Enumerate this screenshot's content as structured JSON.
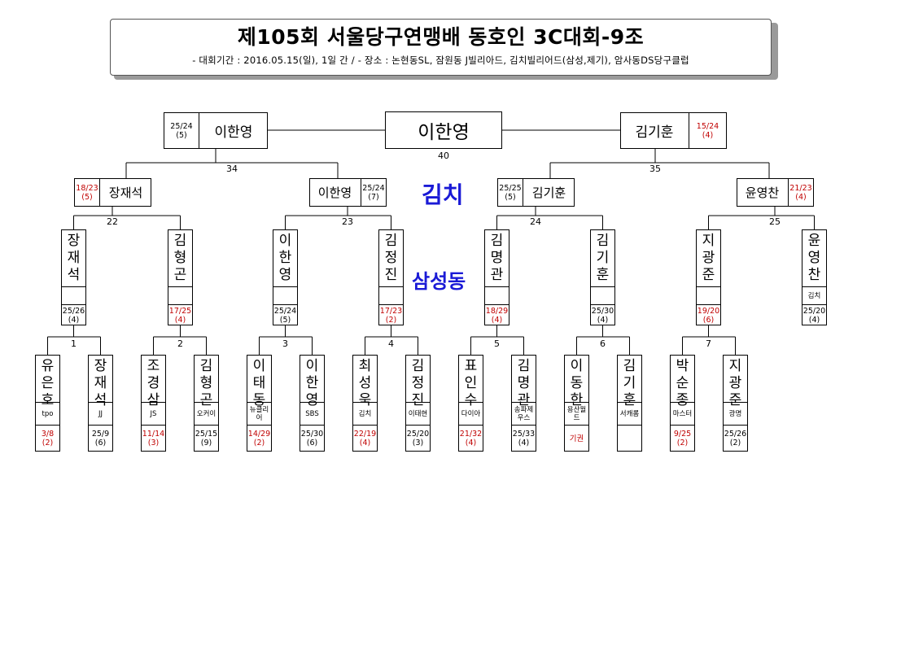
{
  "header": {
    "title": "제105회 서울당구연맹배 동호인 3C대회-9조",
    "subtitle": "-  대회기간 : 2016.05.15(일), 1일 간 / - 장소 : 논현동SL, 잠원동 J빌리아드, 김치빌리어드(삼성,제기), 암사동DS당구클럽"
  },
  "colors": {
    "venue": "#1a1ad6",
    "loss_score": "#c00000",
    "border": "#000000"
  },
  "venues": {
    "top": "김치",
    "middle": "삼성동"
  },
  "champion": {
    "name": "이한영",
    "match": "40"
  },
  "semis": [
    {
      "name": "이한영",
      "score": "25/24",
      "inning": "(5)",
      "red": false,
      "match": "34"
    },
    {
      "name": "김기훈",
      "score": "15/24",
      "inning": "(4)",
      "red": true,
      "match": "35"
    }
  ],
  "quarters": [
    {
      "name": "장재석",
      "score": "18/23",
      "inning": "(5)",
      "red": true,
      "match": "22"
    },
    {
      "name": "이한영",
      "score": "25/24",
      "inning": "(7)",
      "red": false,
      "match": "23"
    },
    {
      "name": "김기훈",
      "score": "25/25",
      "inning": "(5)",
      "red": false,
      "match": "24"
    },
    {
      "name": "윤영찬",
      "score": "21/23",
      "inning": "(4)",
      "red": true,
      "match": "25"
    }
  ],
  "round16": [
    {
      "name": "장재석",
      "club": "",
      "score": "25/26",
      "inning": "(4)",
      "red": false,
      "match": "1"
    },
    {
      "name": "김형곤",
      "club": "",
      "score": "17/25",
      "inning": "(4)",
      "red": true,
      "match": "2"
    },
    {
      "name": "이한영",
      "club": "",
      "score": "25/24",
      "inning": "(5)",
      "red": false,
      "match": "3"
    },
    {
      "name": "김정진",
      "club": "",
      "score": "17/23",
      "inning": "(2)",
      "red": true,
      "match": "4"
    },
    {
      "name": "김명관",
      "club": "",
      "score": "18/29",
      "inning": "(4)",
      "red": true,
      "match": "5"
    },
    {
      "name": "김기훈",
      "club": "",
      "score": "25/30",
      "inning": "(4)",
      "red": false,
      "match": "6"
    },
    {
      "name": "지광준",
      "club": "",
      "score": "19/20",
      "inning": "(6)",
      "red": true,
      "match": "7"
    },
    {
      "name": "윤영찬",
      "club": "김치",
      "score": "25/20",
      "inning": "(4)",
      "red": false,
      "match": ""
    }
  ],
  "round32": [
    {
      "name": "유은호",
      "club": "tpo",
      "score": "3/8",
      "inning": "(2)",
      "red": true
    },
    {
      "name": "장재석",
      "club": "JJ",
      "score": "25/9",
      "inning": "(6)",
      "red": false
    },
    {
      "name": "조경삼",
      "club": "JS",
      "score": "11/14",
      "inning": "(3)",
      "red": true
    },
    {
      "name": "김형곤",
      "club": "오커이",
      "score": "25/15",
      "inning": "(9)",
      "red": false
    },
    {
      "name": "이태동",
      "club": "뉴클리어",
      "score": "14/29",
      "inning": "(2)",
      "red": true
    },
    {
      "name": "이한영",
      "club": "SBS",
      "score": "25/30",
      "inning": "(6)",
      "red": false
    },
    {
      "name": "최성욱",
      "club": "김치",
      "score": "22/19",
      "inning": "(4)",
      "red": true
    },
    {
      "name": "김정진",
      "club": "이태현",
      "score": "25/20",
      "inning": "(3)",
      "red": false
    },
    {
      "name": "표인수",
      "club": "다이아",
      "score": "21/32",
      "inning": "(4)",
      "red": true
    },
    {
      "name": "김명관",
      "club": "송파제우스",
      "score": "25/33",
      "inning": "(4)",
      "red": false
    },
    {
      "name": "이동한",
      "club": "용산월드",
      "score": "기권",
      "inning": "",
      "red": true
    },
    {
      "name": "김기훈",
      "club": "서캐롬",
      "score": "",
      "inning": "",
      "red": false
    },
    {
      "name": "박순종",
      "club": "마스터",
      "score": "9/25",
      "inning": "(2)",
      "red": true
    },
    {
      "name": "지광준",
      "club": "광명",
      "score": "25/26",
      "inning": "(2)",
      "red": false
    }
  ]
}
